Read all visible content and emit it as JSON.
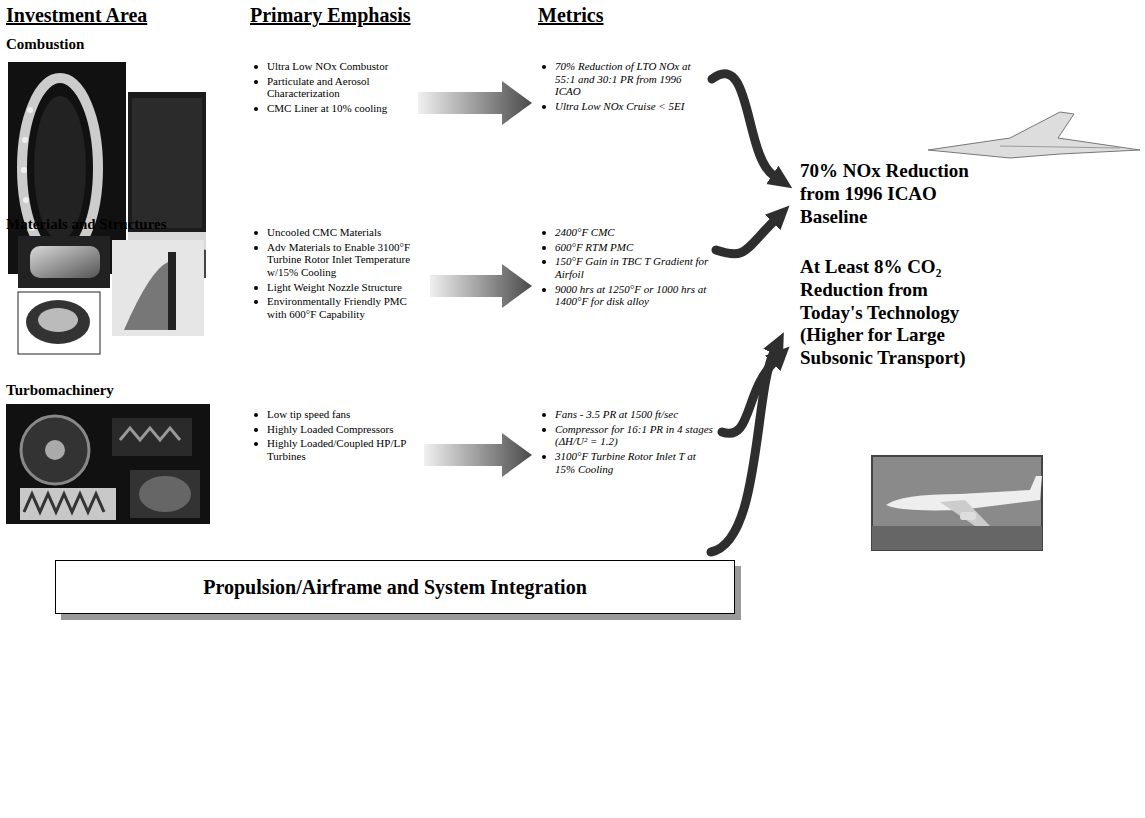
{
  "diagram": {
    "nodes": [
      {
        "text": [
          "Ultra Low NOx Combustor",
          "Particulate and Aerosol Characterization",
          "CMC Liner at 10% cooling"
        ]
      },
      {
        "text": [
          "70% Reduction of LTO NOx at 55:1 and 30:1 PR from 1996 ICAO",
          "Ultra Low NOx Cruise < 5EI"
        ]
      },
      {
        "text": [
          "Uncooled CMC Materials",
          "Adv Materials to Enable 3100°F Turbine Rotor Inlet Temperature w/15% Cooling",
          "Light Weight Nozzle Structure",
          "Environmentally Friendly PMC with 600°F Capability"
        ]
      },
      {
        "text": [
          "2400°F CMC",
          "600°F RTM PMC",
          "150°F Gain in TBC T Gradient for Airfoil",
          "9000 hrs at 1250°F or 1000 hrs at 1400°F for disk alloy"
        ]
      },
      {
        "text": [
          "Low tip speed fans",
          "Highly Loaded Compressors",
          "Highly Loaded/Coupled HP/LP Turbines"
        ]
      },
      {
        "text": [
          "Fans - 3.5 PR at 1500 ft/sec",
          "Compressor for 16:1 PR in 4 stages (ΔH/U² = 1.2)",
          "3100°F Turbine Rotor Inlet T at 15% Cooling"
        ]
      },
      {
        "text": [
          "70% NOx Reduction from 1996 ICAO Baseline"
        ]
      },
      {
        "text": [
          "At Least 8% CO₂ Reduction from Today's Technology (Higher for Large Subsonic Transport)"
        ]
      },
      {
        "text": [
          "Propulsion/Airframe and System Integration"
        ]
      }
    ],
    "edges": [
      {
        "from": 0,
        "to": 1,
        "arrow": "to"
      },
      {
        "from": 2,
        "to": 3,
        "arrow": "to"
      },
      {
        "from": 4,
        "to": 5,
        "arrow": "to"
      },
      {
        "from": 1,
        "to": 6,
        "arrow": "to"
      },
      {
        "from": 3,
        "to": 6,
        "arrow": "to"
      },
      {
        "from": 5,
        "to": 7,
        "arrow": "to"
      },
      {
        "from": 8,
        "to": 7,
        "arrow": "to"
      }
    ],
    "labels": [
      "Investment Area",
      "Primary Emphasis",
      "Metrics",
      "Combustion",
      "Materials and Structures",
      "Turbomachinery"
    ]
  }
}
